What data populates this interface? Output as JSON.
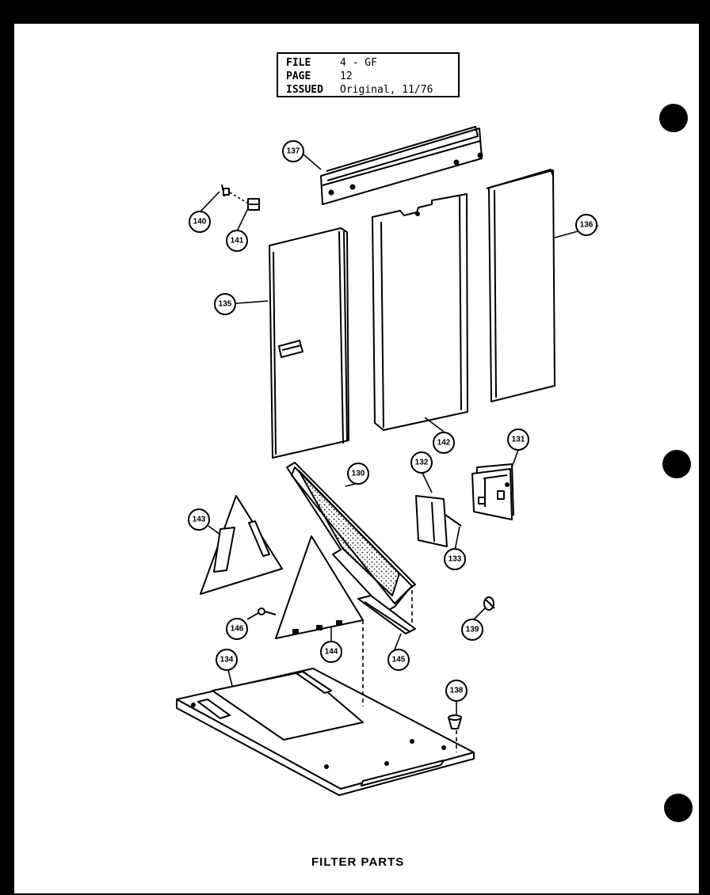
{
  "header": {
    "rows": [
      {
        "key": "FILE",
        "value": "4 - GF"
      },
      {
        "key": "PAGE",
        "value": "12"
      },
      {
        "key": "ISSUED",
        "value": "Original, 11/76"
      }
    ]
  },
  "caption": "FILTER PARTS",
  "callouts": {
    "c130": "130",
    "c131": "131",
    "c132": "132",
    "c133": "133",
    "c134": "134",
    "c135": "135",
    "c136": "136",
    "c137": "137",
    "c138": "138",
    "c139": "139",
    "c140": "140",
    "c141": "141",
    "c142": "142",
    "c143": "143",
    "c144": "144",
    "c145": "145",
    "c146": "146"
  }
}
